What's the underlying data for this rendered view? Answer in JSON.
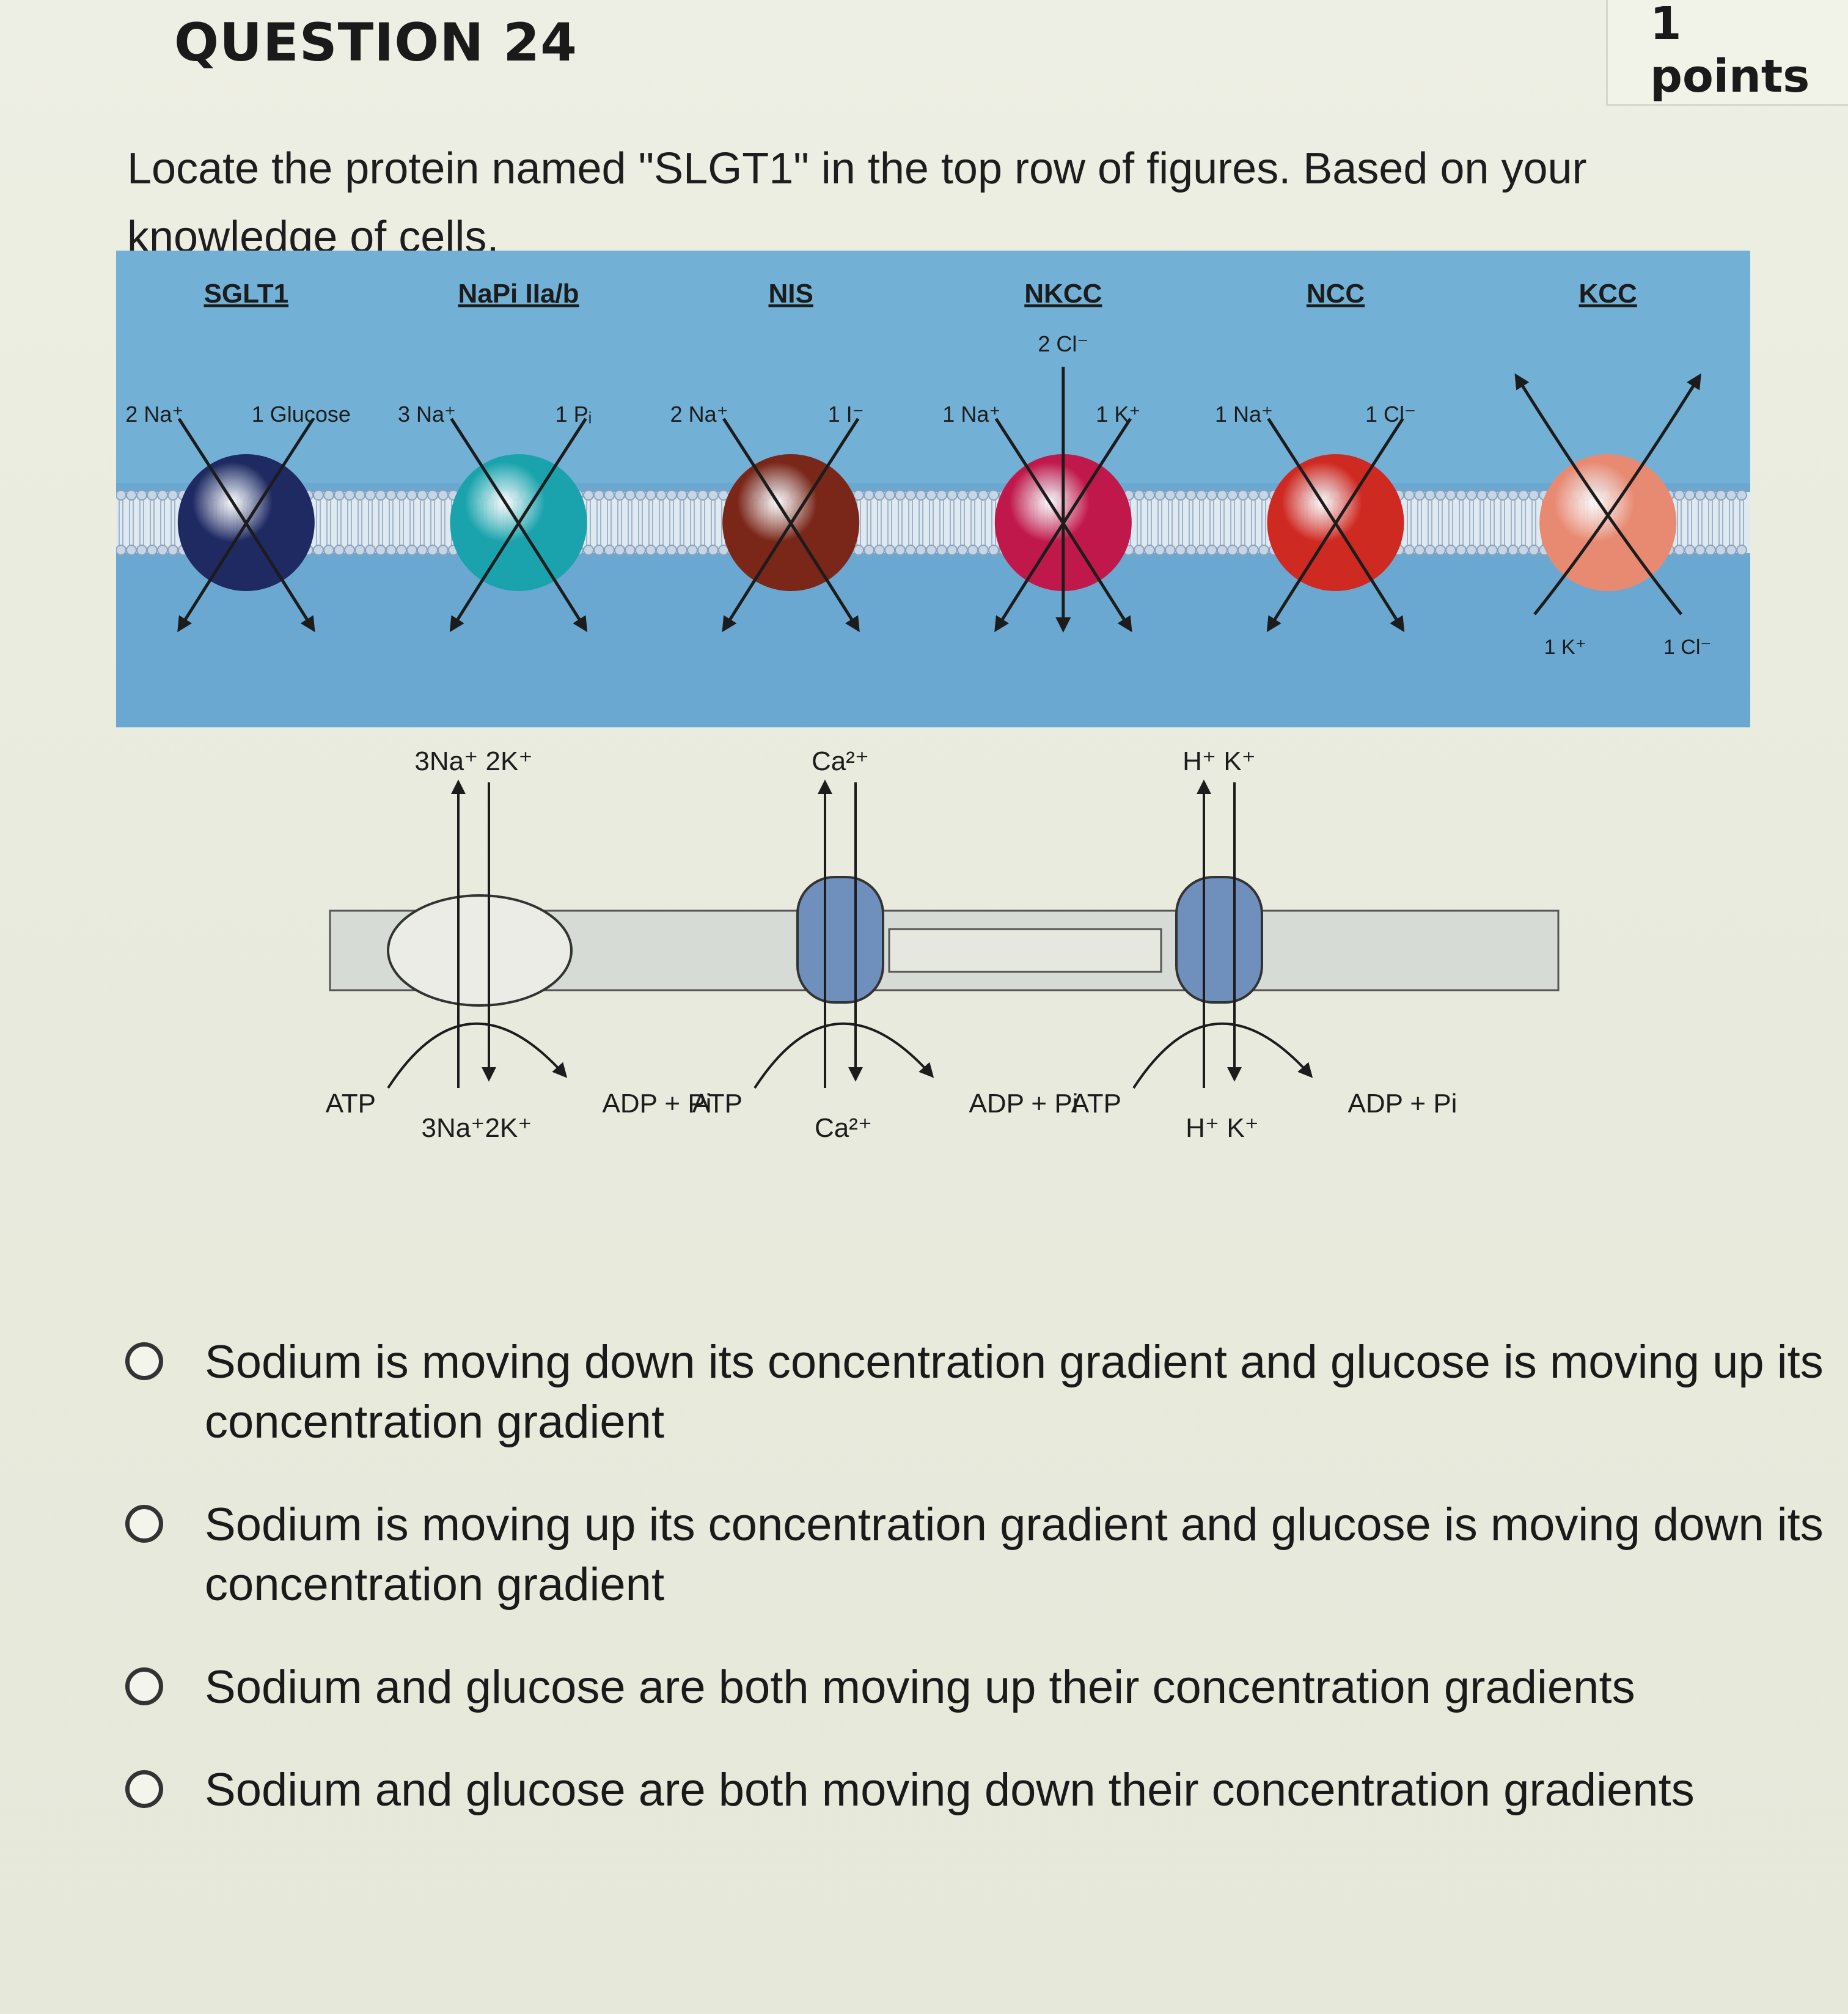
{
  "header": {
    "question_number": "QUESTION 24",
    "points": "1 points"
  },
  "question": {
    "text": "Locate the protein named \"SLGT1\" in the top row of figures.  Based on your knowledge of cells,"
  },
  "top_figure": {
    "proteins": [
      {
        "name": "SGLT1",
        "color": "#1f2a63",
        "left_label": "2 Na⁺",
        "right_label": "1 Glucose",
        "bottom_left_label": "",
        "bottom_right_label": "",
        "top_label": ""
      },
      {
        "name": "NaPi IIa/b",
        "color": "#1aa3ad",
        "left_label": "3 Na⁺",
        "right_label": "1 Pᵢ",
        "bottom_left_label": "",
        "bottom_right_label": "",
        "top_label": ""
      },
      {
        "name": "NIS",
        "color": "#7a2618",
        "left_label": "2 Na⁺",
        "right_label": "1 I⁻",
        "bottom_left_label": "",
        "bottom_right_label": "",
        "top_label": ""
      },
      {
        "name": "NKCC",
        "color": "#c0184a",
        "left_label": "1 Na⁺",
        "right_label": "1 K⁺",
        "bottom_left_label": "",
        "bottom_right_label": "",
        "top_label": "2 Cl⁻"
      },
      {
        "name": "NCC",
        "color": "#cf2a22",
        "left_label": "1 Na⁺",
        "right_label": "1 Cl⁻",
        "bottom_left_label": "",
        "bottom_right_label": "",
        "top_label": ""
      },
      {
        "name": "KCC",
        "color": "#e88a72",
        "left_label": "",
        "right_label": "",
        "bottom_left_label": "1 K⁺",
        "bottom_right_label": "1 Cl⁻",
        "top_label": ""
      }
    ],
    "background_color": "#72b0d6",
    "membrane_color": "#dfe9f2"
  },
  "bottom_figure": {
    "pumps": [
      {
        "top_label": "3Na⁺ 2K⁺",
        "atp_label": "ATP",
        "bottom_label": "3Na⁺2K⁺",
        "adp_label": "ADP + Pi"
      },
      {
        "top_label": "Ca²⁺",
        "atp_label": "ATP",
        "bottom_label": "Ca²⁺",
        "adp_label": "ADP + Pi"
      },
      {
        "top_label": "H⁺  K⁺",
        "atp_label": "ATP",
        "bottom_label": "H⁺  K⁺",
        "adp_label": "ADP + Pi"
      }
    ],
    "pump_color": "#6f8fbd"
  },
  "options": [
    {
      "text": "Sodium is moving down its concentration gradient and glucose is moving up its concentration gradient"
    },
    {
      "text": "Sodium is moving up its concentration gradient and glucose is moving down its concentration gradient"
    },
    {
      "text": "Sodium and glucose are both moving up their concentration gradients"
    },
    {
      "text": "Sodium and glucose are both moving down their concentration gradients"
    }
  ]
}
